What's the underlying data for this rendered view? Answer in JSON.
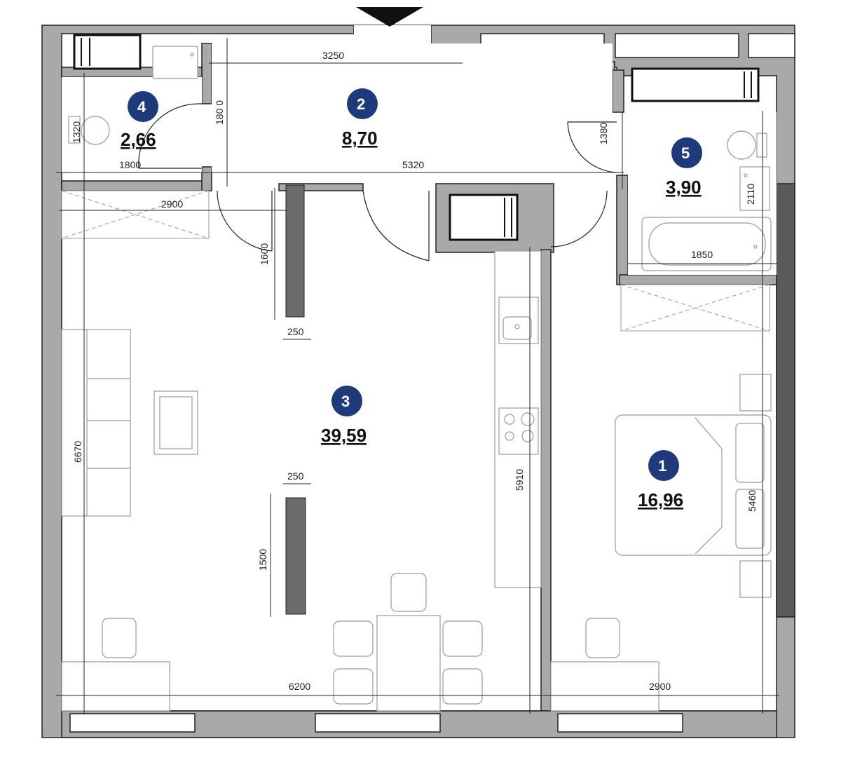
{
  "plan": {
    "rooms": [
      {
        "number": "1",
        "area": "16,96"
      },
      {
        "number": "2",
        "area": "8,70"
      },
      {
        "number": "3",
        "area": "39,59"
      },
      {
        "number": "4",
        "area": "2,66"
      },
      {
        "number": "5",
        "area": "3,90"
      }
    ],
    "dimensions": {
      "d3250": "3250",
      "d1800_v": "180 0",
      "d1320": "1320",
      "d1800_h": "1800",
      "d5320": "5320",
      "d1380": "1380",
      "d2900_top": "2900",
      "d2110": "2110",
      "d1850": "1850",
      "d1600": "1600",
      "d250_top": "250",
      "d6670": "6670",
      "d5910": "5910",
      "d5460": "5460",
      "d250_bottom": "250",
      "d1500": "1500",
      "d6200": "6200",
      "d2900_bottom": "2900"
    },
    "colors": {
      "wall": "#a9a9a9",
      "wall_edge": "#222222",
      "marker": "#1f3a7a",
      "column": "#6b6b6b"
    }
  }
}
